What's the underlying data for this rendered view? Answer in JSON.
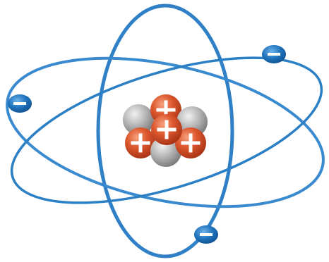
{
  "diagram": {
    "subject": "atom",
    "nucleus": {
      "proton_count": 4,
      "neutron_count": 3,
      "proton_symbol": "+",
      "proton_color": "#d9502a",
      "neutron_color": "#a6a6a6"
    },
    "orbits": {
      "count": 3,
      "color": "#2b7fc4"
    },
    "electrons": {
      "count": 3,
      "symbol": "−",
      "color": "#1d6fb8"
    }
  }
}
